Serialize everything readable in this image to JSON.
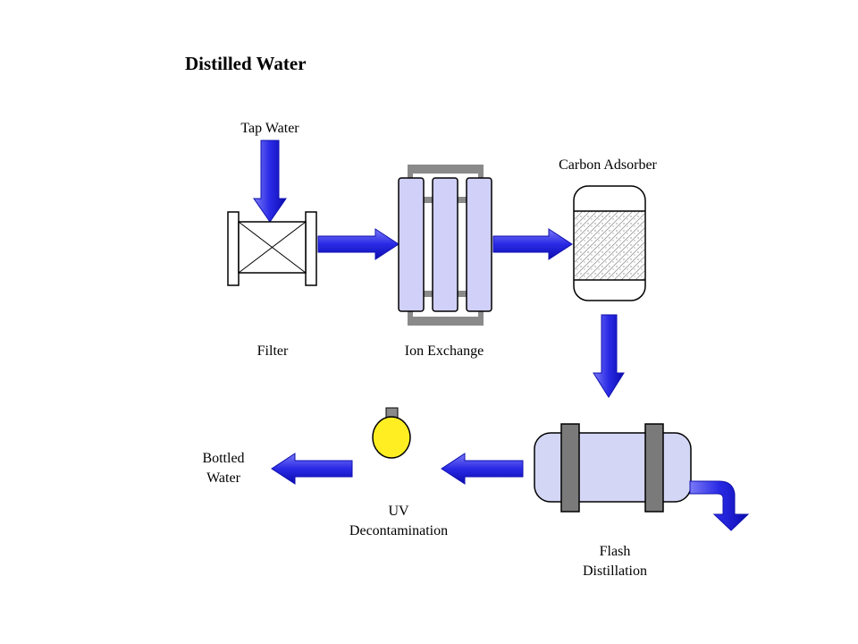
{
  "title": "Distilled Water",
  "labels": {
    "tap_water": "Tap Water",
    "filter": "Filter",
    "ion_exchange": "Ion Exchange",
    "carbon_adsorber": "Carbon Adsorber",
    "flash_line1": "Flash",
    "flash_line2": "Distillation",
    "uv_line1": "UV",
    "uv_line2": "Decontamination",
    "bottled_line1": "Bottled",
    "bottled_line2": "Water"
  },
  "colors": {
    "arrow_light": "#6e6ef5",
    "arrow_dark": "#1010c8",
    "column_fill": "#d0d0f8",
    "tank_fill": "#d4d6f6",
    "band_fill": "#7a7a7a",
    "bulb_fill": "#ffee22",
    "frame_gray": "#8a8a8a"
  }
}
